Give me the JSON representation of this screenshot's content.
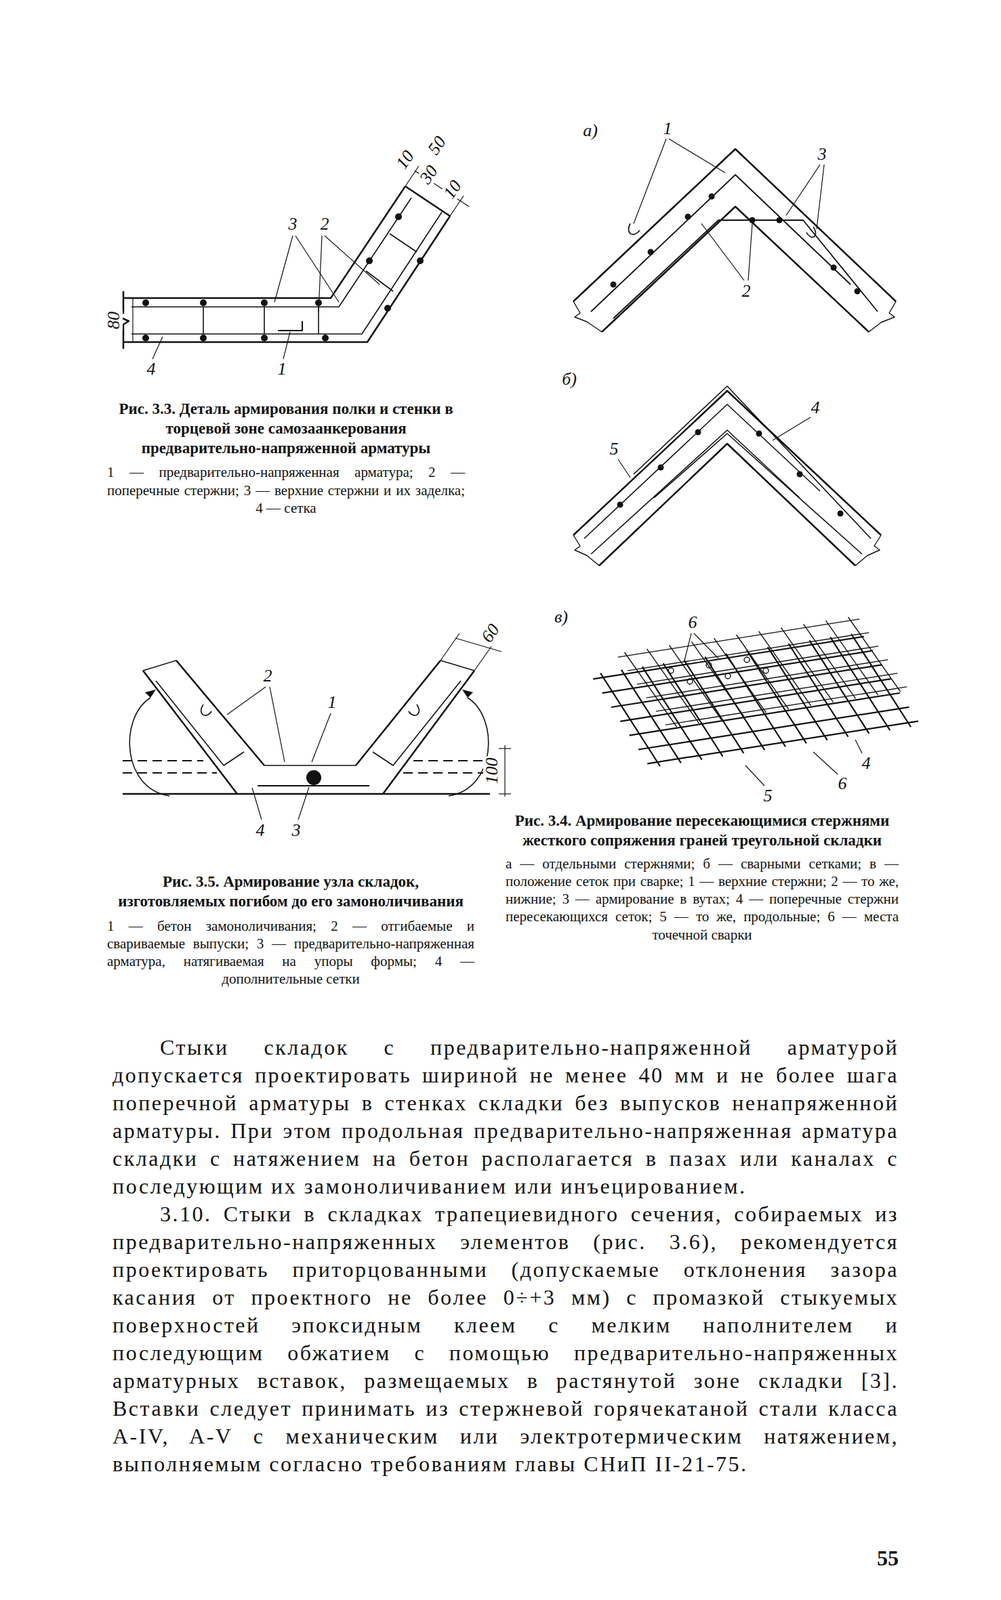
{
  "diagram": {
    "labels": [
      "50",
      "10",
      "30",
      "10",
      "3",
      "2",
      "80",
      "4",
      "1",
      "Рис. 3.3. Деталь армирования полки и стенки в торцевой зоне самозаанкерования предварительно-напряженной арматуры",
      "1 — предварительно-напряженная арматура; 2 — поперечные стержни; 3 — верхние стержни и их заделка; 4 — сетка",
      "а)",
      "1",
      "3",
      "2",
      "б)",
      "4",
      "5",
      "в)",
      "6",
      "4",
      "6",
      "5",
      "Рис. 3.4. Армирование пересекающимися стержнями жесткого сопряжения граней треугольной складки",
      "а — отдельными стержнями; б — сварными сетками; в — положение сеток при сварке; 1 — верхние стержни; 2 — то же, нижние; 3 — армирование в вутах; 4 — поперечные стержни пересекающихся сеток; 5 — то же, продольные; 6 — места точечной сварки",
      "2",
      "1",
      "60",
      "100",
      "4",
      "3",
      "Рис. 3.5. Армирование узла складок, изготовляемых погибом до его замоноличивания",
      "1 — бетон замоноличивания; 2 — отгибаемые и свариваемые выпуски; 3 — предварительно-напряженная арматура, натягиваемая на упоры формы; 4 — дополнительные сетки",
      "Стыки складок с предварительно-напряженной арматурой допускается проектировать шириной не менее 40 мм и не более шага поперечной арматуры в стенках складки без выпусков ненапряженной арматуры. При этом продольная предварительно-напряженная арматура складки с натяжением на бетон располагается в пазах или каналах с последующим их замоноличиванием или инъецированием.",
      "3.10. Стыки в складках трапециевидного сечения, собираемых из предварительно-напряженных элементов (рис. 3.6), рекомендуется проектировать приторцованными (допускаемые отклонения зазора касания от проектного не более 0÷+3 мм) с промазкой стыкуемых поверхностей эпоксидным клеем с мелким наполнителем и последующим обжатием с помощью предварительно-напряженных арматурных вставок, размещаемых в растянутой зоне складки [3]. Вставки следует принимать из стержневой горячекатаной стали класса A-IV, A-V с механическим или электротермическим натяжением, выполняемым согласно требованиям главы СНиП II-21-75.",
      "55"
    ]
  }
}
